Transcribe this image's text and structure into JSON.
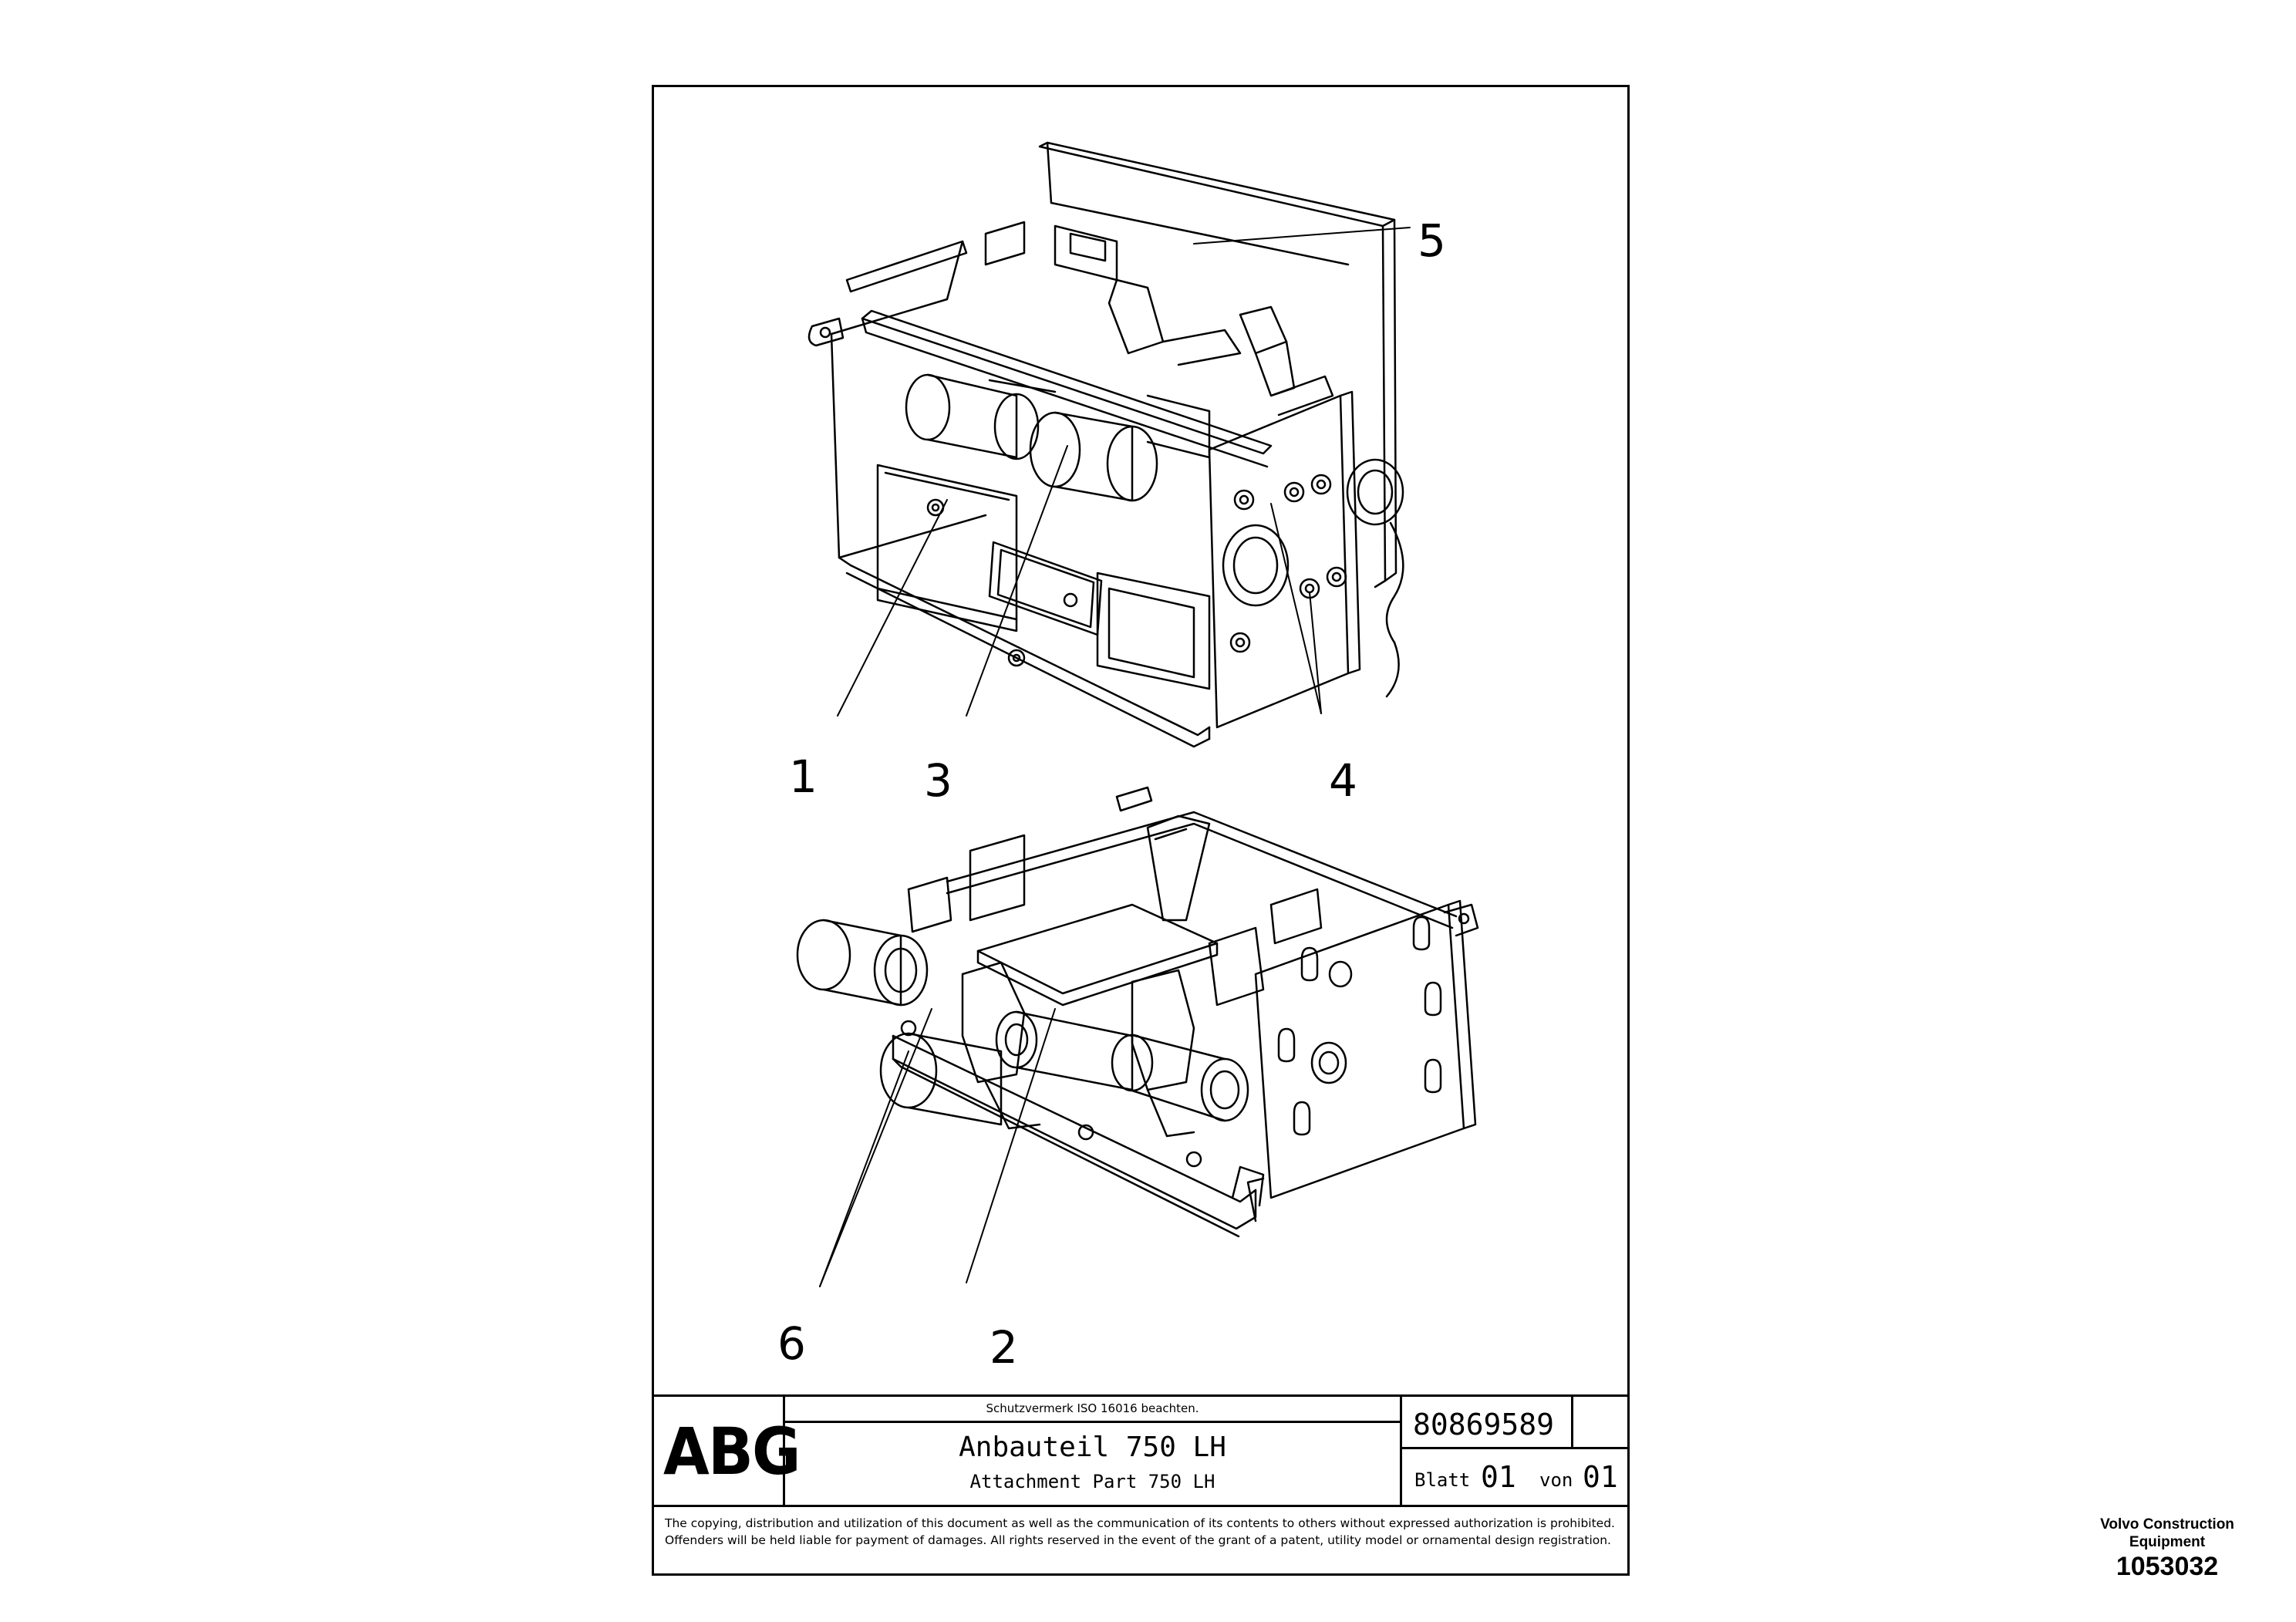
{
  "callouts": {
    "top": [
      "5",
      "1",
      "3",
      "4"
    ],
    "bottom": [
      "6",
      "2"
    ]
  },
  "title_block": {
    "logo": "ABG",
    "protection_note": "Schutzvermerk ISO 16016 beachten.",
    "title_de": "Anbauteil 750 LH",
    "title_en": "Attachment Part 750 LH",
    "drawing_number": "80869589",
    "sheet_label": "Blatt",
    "sheet_number": "01",
    "of_label": "von",
    "sheet_total": "01",
    "copyright": "The copying, distribution and utilization of this document as well as the communication of its contents to others without expressed authorization is prohibited. Offenders will be held liable for payment of damages. All rights reserved in the event of the grant of a patent, utility model or ornamental design registration."
  },
  "stamp": {
    "maker": "Volvo Construction Equipment",
    "id": "1053032"
  }
}
